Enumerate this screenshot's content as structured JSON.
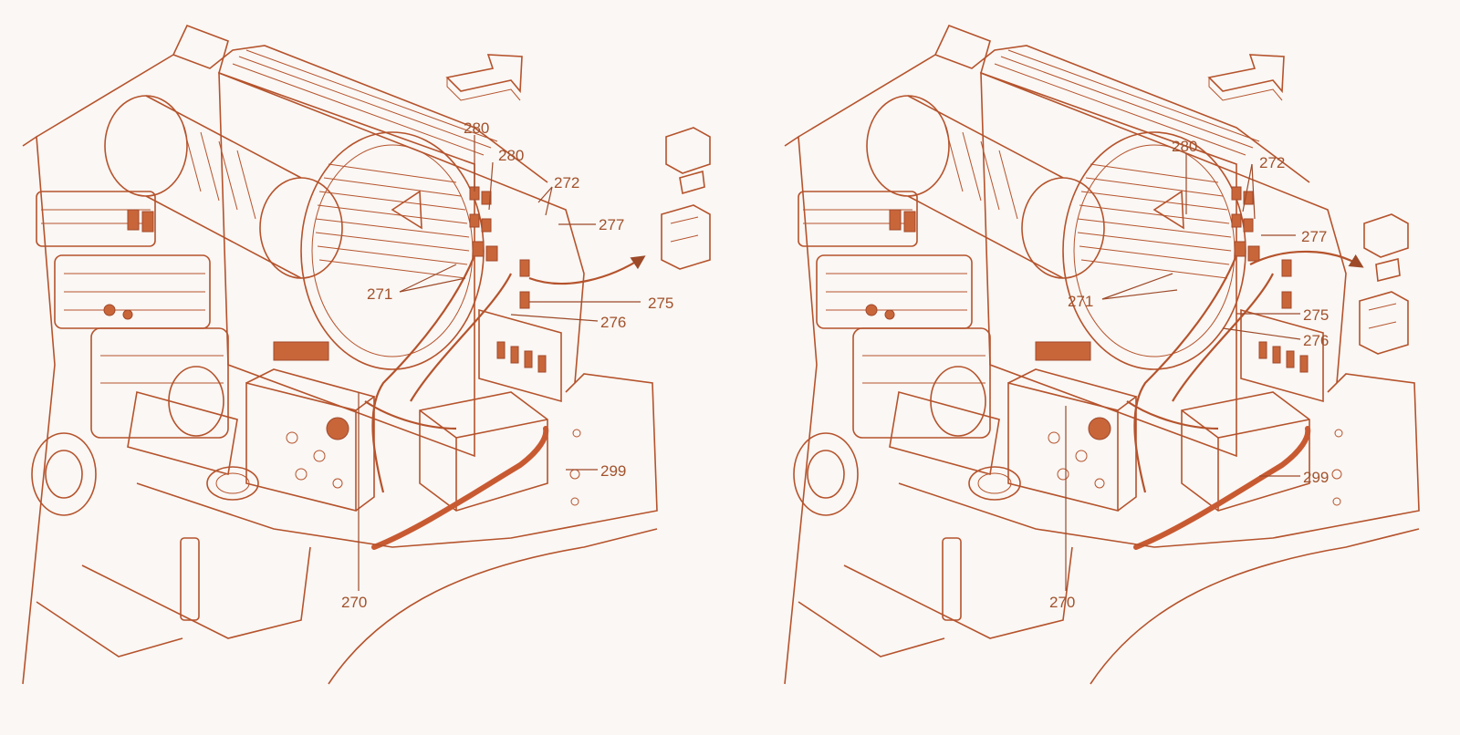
{
  "colors": {
    "line": "#b5532c",
    "label": "#a2522c",
    "background": "#faf7f4"
  },
  "left_view": {
    "labels": {
      "l280a": "280",
      "l280b": "280",
      "l272": "272",
      "l277": "277",
      "l271": "271",
      "l275": "275",
      "l276": "276",
      "l299": "299",
      "l270": "270"
    }
  },
  "right_view": {
    "labels": {
      "l280": "280",
      "l272": "272",
      "l277": "277",
      "l271": "271",
      "l275": "275",
      "l276": "276",
      "l299": "299",
      "l270": "270"
    }
  }
}
